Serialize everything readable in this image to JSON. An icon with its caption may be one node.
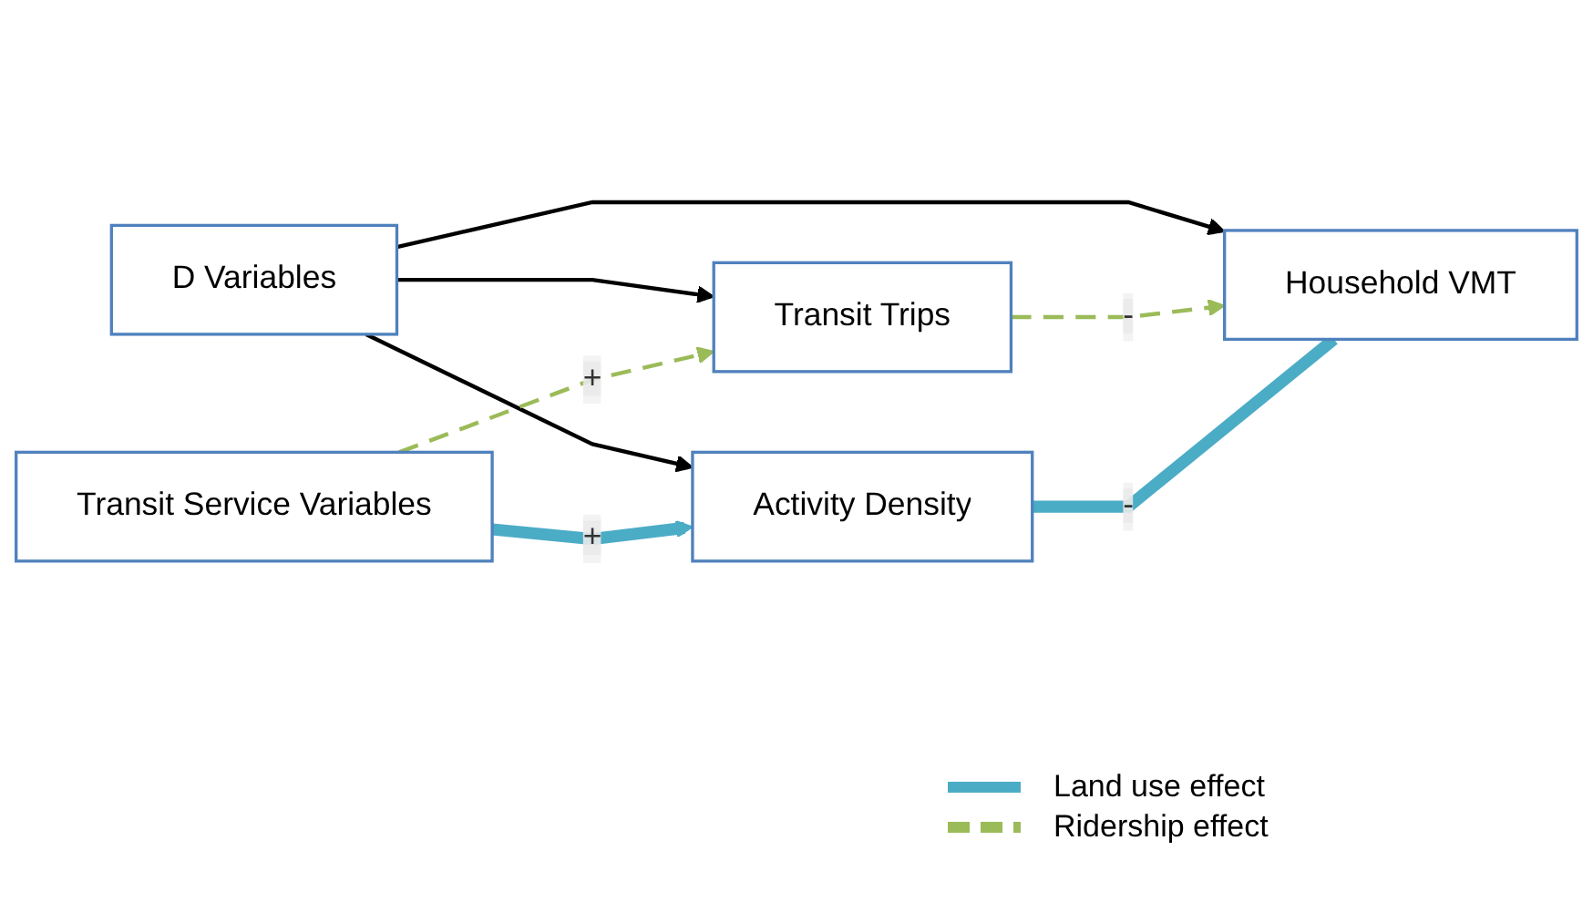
{
  "diagram": {
    "nodes": [
      {
        "text": [
          "D Variables"
        ]
      },
      {
        "text": [
          "Transit Trips"
        ]
      },
      {
        "text": [
          "Activity Density"
        ]
      },
      {
        "text": [
          "Household VMT"
        ]
      },
      {
        "text": [
          "Transit  Service Variables"
        ]
      }
    ],
    "edges": [
      {
        "from": 0,
        "to": 3,
        "arrow": "to"
      },
      {
        "from": 0,
        "to": 1,
        "arrow": "to"
      },
      {
        "from": 0,
        "to": 2,
        "arrow": "to"
      },
      {
        "from": 4,
        "to": 1,
        "arrow": "to",
        "label": "+",
        "style": "dashed",
        "color": "#9bbb59"
      },
      {
        "from": 4,
        "to": 2,
        "arrow": "to",
        "label": "+",
        "style": "thick",
        "color": "#4bacc6"
      },
      {
        "from": 1,
        "to": 3,
        "arrow": "to",
        "label": "-",
        "style": "dashed",
        "color": "#9bbb59"
      },
      {
        "from": 2,
        "to": 3,
        "arrow": "none",
        "label": "-",
        "style": "thick",
        "color": "#4bacc6"
      }
    ],
    "legend": [
      {
        "text": "Land use effect",
        "color": "#4bacc6"
      },
      {
        "text": "Ridership effect"
      }
    ]
  }
}
